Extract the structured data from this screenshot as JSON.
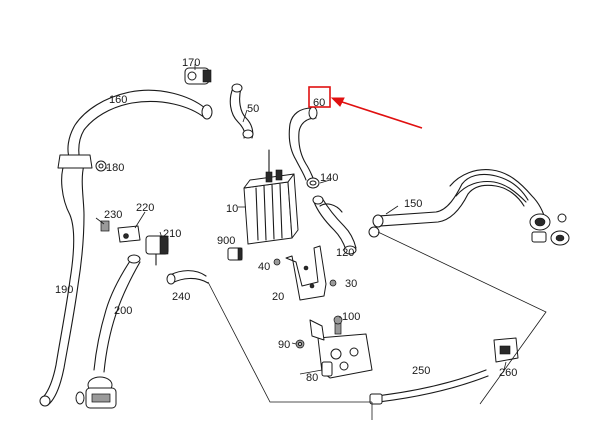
{
  "callouts": {
    "c10": "10",
    "c20": "20",
    "c30": "30",
    "c40": "40",
    "c50": "50",
    "c60": "60",
    "c80": "80",
    "c90": "90",
    "c100": "100",
    "c120": "120",
    "c140": "140",
    "c150": "150",
    "c160": "160",
    "c170": "170",
    "c180": "180",
    "c190": "190",
    "c200": "200",
    "c210": "210",
    "c220": "220",
    "c230": "230",
    "c240": "240",
    "c250": "250",
    "c260": "260",
    "c900": "900"
  },
  "highlight": {
    "part": "60",
    "color": "#e01010"
  }
}
